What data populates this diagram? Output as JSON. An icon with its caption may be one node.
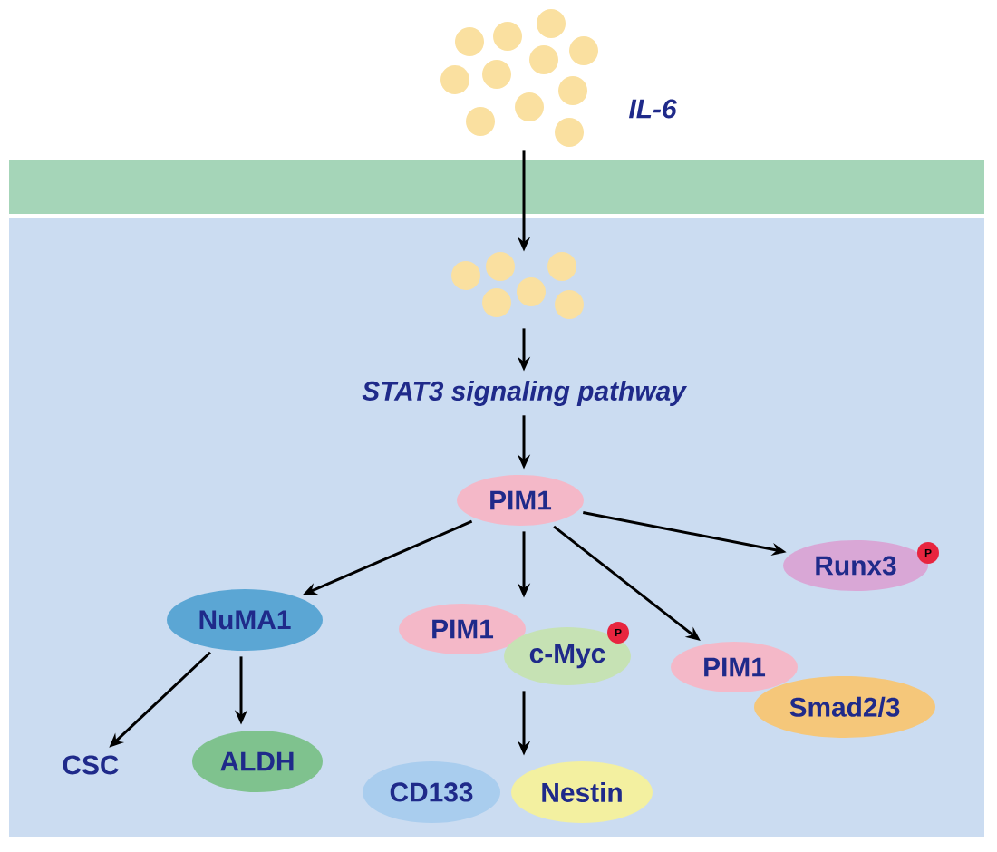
{
  "diagram": {
    "nodes": [
      {
        "text": [],
        "shape": "circle",
        "beside": [
          "IL-6"
        ]
      },
      {
        "text": [],
        "shape": "circle"
      },
      {
        "text": [
          "STAT3 signaling pathway"
        ]
      },
      {
        "text": [
          "PIM1"
        ]
      },
      {
        "text": [
          "Runx3"
        ]
      },
      {
        "text": [
          "P"
        ]
      },
      {
        "text": [
          "NuMA1"
        ]
      },
      {
        "text": [
          "PIM1"
        ]
      },
      {
        "text": [
          "c-Myc"
        ]
      },
      {
        "text": [
          "P"
        ]
      },
      {
        "text": [
          "PIM1"
        ]
      },
      {
        "text": [
          "Smad2/3"
        ]
      },
      {
        "text": [
          "CSC"
        ]
      },
      {
        "text": [
          "ALDH"
        ]
      },
      {
        "text": [
          "CD133"
        ]
      },
      {
        "text": [
          "Nestin"
        ]
      }
    ],
    "edges": [
      {
        "from": 0,
        "to": 1,
        "arrow": "to"
      },
      {
        "from": 1,
        "to": 2,
        "arrow": "to"
      },
      {
        "from": 2,
        "to": 3,
        "arrow": "to"
      },
      {
        "from": 3,
        "to": 4,
        "arrow": "to"
      },
      {
        "from": 3,
        "to": 6,
        "arrow": "to"
      },
      {
        "from": 3,
        "to": 7,
        "arrow": "to"
      },
      {
        "from": 3,
        "to": 10,
        "arrow": "to"
      },
      {
        "from": 6,
        "to": 12,
        "arrow": "to"
      },
      {
        "from": 6,
        "to": 13,
        "arrow": "to"
      },
      {
        "from": 8,
        "to": 15,
        "arrow": "to"
      }
    ]
  }
}
